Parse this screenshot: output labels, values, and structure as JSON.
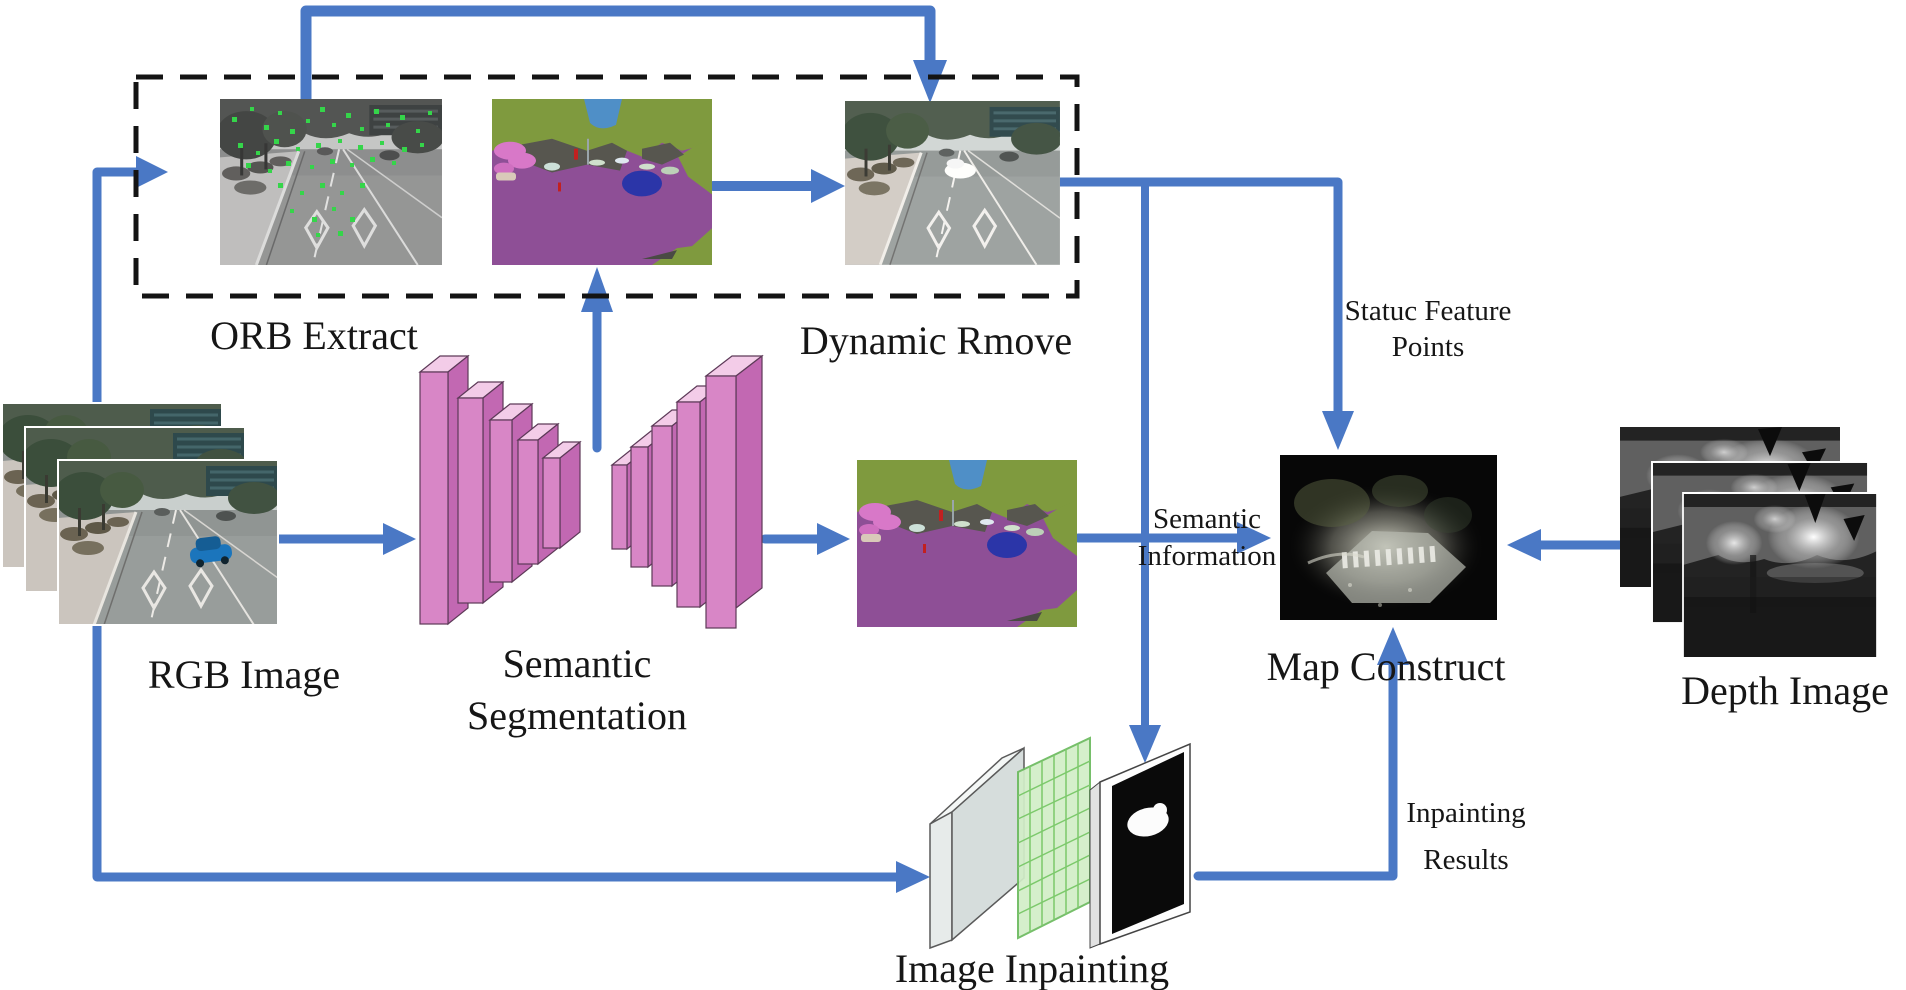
{
  "diagram": {
    "nodes": {
      "orb_extract": {
        "label": "ORB Extract"
      },
      "dynamic_rmove": {
        "label": "Dynamic Rmove"
      },
      "rgb_image": {
        "label": "RGB Image"
      },
      "semantic_segmentation": {
        "line1": "Semantic",
        "line2": "Segmentation"
      },
      "map_construct": {
        "label": "Map Construct"
      },
      "depth_image": {
        "label": "Depth Image"
      },
      "image_inpainting": {
        "label": "Image Inpainting"
      }
    },
    "edge_labels": {
      "static_feature_points": {
        "line1": "Statuc Feature",
        "line2": "Points"
      },
      "semantic_information": {
        "line1": "Semantic",
        "line2": "Information"
      },
      "inpainting_results": {
        "line1": "Inpainting",
        "line2": "Results"
      }
    },
    "colors": {
      "arrow": "#4a78c5",
      "dashed_box": "#141414",
      "cnn_block_front": "#d886c6",
      "cnn_block_top": "#f3cce8",
      "cnn_block_side": "#c268b2",
      "inpaint_grid": "#7cc96b",
      "segmentation_road": "#8e4f96",
      "segmentation_vegetation": "#7f9a3e"
    }
  }
}
